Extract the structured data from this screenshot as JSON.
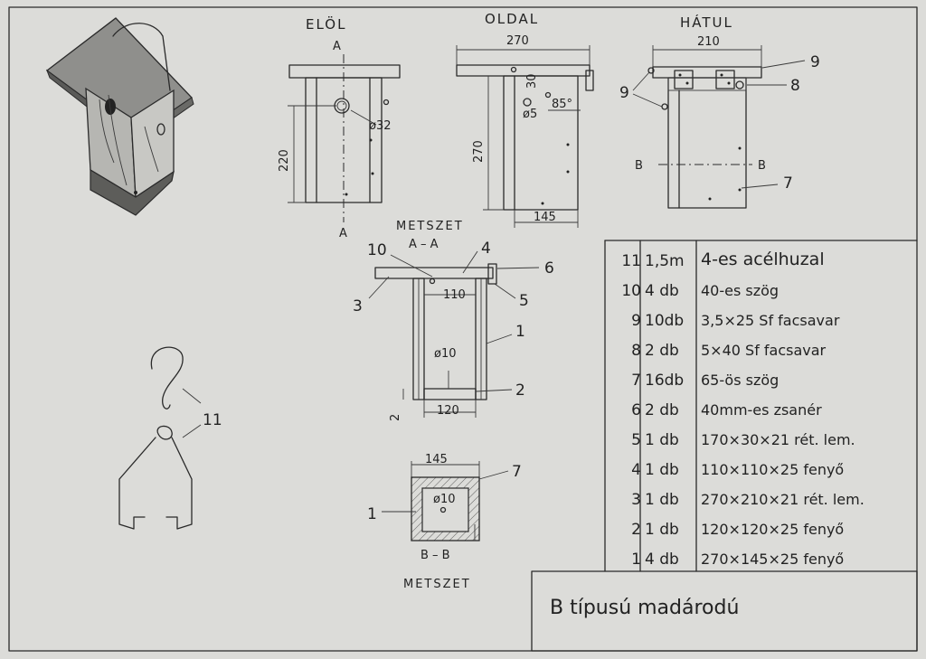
{
  "views": {
    "front": {
      "title": "ELÖL",
      "section_mark_top": "A",
      "section_mark_bottom": "A",
      "height_dim": "220",
      "hole_dim": "ø32"
    },
    "side": {
      "title": "OLDAL",
      "width_dim": "270",
      "height_dim": "270",
      "bottom_dim": "145",
      "small_dim": "30",
      "angle_dim": "85°",
      "screw_dim": "ø5"
    },
    "back": {
      "title": "HÁTUL",
      "width_dim": "210",
      "section_mark_left": "B",
      "section_mark_right": "B",
      "callout_9a": "9",
      "callout_9b": "9",
      "callout_8": "8",
      "callout_7": "7"
    },
    "section_aa": {
      "title_line1": "METSZET",
      "title_line2": "A – A",
      "inner_dim": "110",
      "hole_dim": "ø10",
      "bottom_dim": "120",
      "thickness_dim": "2",
      "callout_10": "10",
      "callout_4": "4",
      "callout_6": "6",
      "callout_3": "3",
      "callout_5": "5",
      "callout_1": "1",
      "callout_2": "2"
    },
    "section_bb": {
      "width_dim": "145",
      "hole_dim": "ø10",
      "callout_7": "7",
      "callout_1": "1",
      "mark": "B – B",
      "title": "METSZET"
    },
    "hook": {
      "callout_11": "11"
    }
  },
  "bom": {
    "rows": [
      {
        "no": "11",
        "qty": "1,5m",
        "desc": "4-es acélhuzal"
      },
      {
        "no": "10",
        "qty": "4 db",
        "desc": "40-es szög"
      },
      {
        "no": "9",
        "qty": "10db",
        "desc": "3,5×25 Sf facsavar"
      },
      {
        "no": "8",
        "qty": "2 db",
        "desc": "5×40 Sf facsavar"
      },
      {
        "no": "7",
        "qty": "16db",
        "desc": "65-ös szög"
      },
      {
        "no": "6",
        "qty": "2 db",
        "desc": "40mm-es zsanér"
      },
      {
        "no": "5",
        "qty": "1 db",
        "desc": "170×30×21 rét. lem."
      },
      {
        "no": "4",
        "qty": "1 db",
        "desc": "110×110×25 fenyő"
      },
      {
        "no": "3",
        "qty": "1 db",
        "desc": "270×210×21 rét. lem."
      },
      {
        "no": "2",
        "qty": "1 db",
        "desc": "120×120×25 fenyő"
      },
      {
        "no": "1",
        "qty": "4 db",
        "desc": "270×145×25 fenyő"
      }
    ]
  },
  "title_block": {
    "title": "B típusú madárodú"
  },
  "colors": {
    "paper": "#dcdcd9",
    "ink": "#2a2a2a"
  }
}
